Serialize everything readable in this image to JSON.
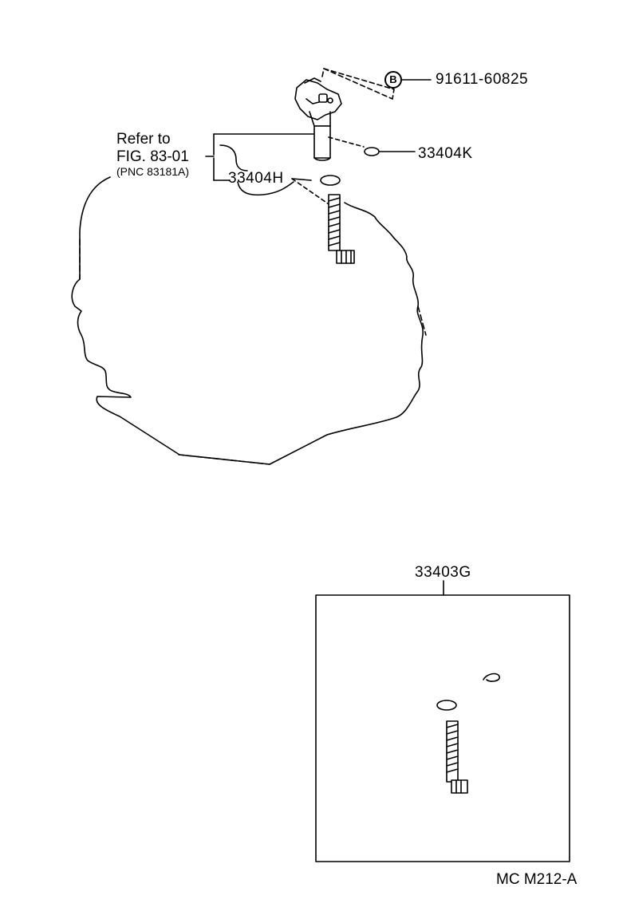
{
  "callouts": {
    "bolt_symbol": "B",
    "bolt_part": "91611-60825",
    "oring_k": "33404K",
    "oring_h": "33404H",
    "kit": "33403G"
  },
  "reference": {
    "line1": "Refer to",
    "line2": "FIG. 83-01",
    "line3": "(PNC 83181A)"
  },
  "footer": {
    "code": "MC M212-A"
  }
}
